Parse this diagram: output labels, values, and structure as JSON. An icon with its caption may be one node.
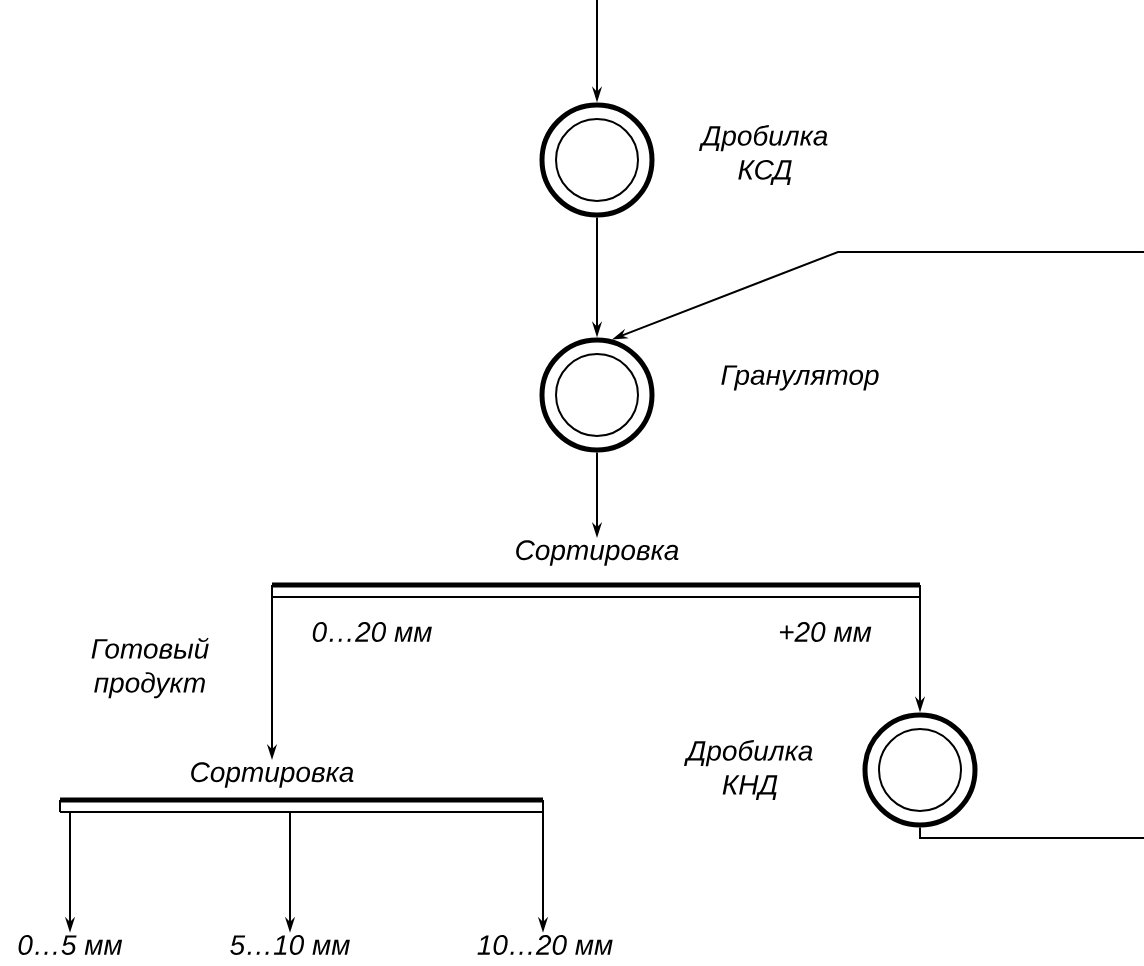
{
  "diagram": {
    "nodes": [
      {
        "text": [],
        "shape": "circle",
        "beside": [
          "Дробилка КСД"
        ]
      },
      {
        "text": [],
        "shape": "circle",
        "beside": [
          "Гранулятор"
        ]
      },
      {
        "text": [
          "Сортировка"
        ]
      },
      {
        "text": [],
        "shape": "circle",
        "beside": [
          "Дробилка КНД"
        ]
      },
      {
        "text": [
          "Сортировка"
        ]
      },
      {
        "text": [
          "0…5 мм"
        ]
      },
      {
        "text": [
          "5…10 мм"
        ]
      },
      {
        "text": [
          "10…20 мм"
        ]
      }
    ],
    "edges": [
      {
        "from": null,
        "to": 0,
        "arrow": "to"
      },
      {
        "from": 0,
        "to": 1,
        "arrow": "to"
      },
      {
        "from": null,
        "to": 1,
        "arrow": "to"
      },
      {
        "from": 1,
        "to": 2,
        "arrow": "to"
      },
      {
        "from": 2,
        "to": 4,
        "arrow": "to",
        "label": "0…20 мм"
      },
      {
        "from": 2,
        "to": 3,
        "arrow": "to",
        "label": "+20 мм"
      },
      {
        "from": 3,
        "to": null,
        "arrow": "none"
      },
      {
        "from": 4,
        "to": 5,
        "arrow": "to"
      },
      {
        "from": 4,
        "to": 6,
        "arrow": "to"
      },
      {
        "from": 4,
        "to": 7,
        "arrow": "to"
      }
    ],
    "labels": [
      "Готовый продукт"
    ]
  }
}
